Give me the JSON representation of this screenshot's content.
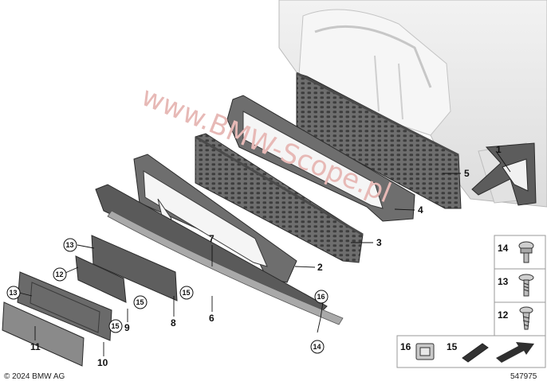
{
  "diagram": {
    "callouts": {
      "p1": "1",
      "p2": "2",
      "p3": "3",
      "p4": "4",
      "p5": "5",
      "p6": "6",
      "p7": "7",
      "p8": "8",
      "p9": "9",
      "p10": "10",
      "p11": "11",
      "c13a": "13",
      "c12a": "12",
      "c13b": "13",
      "c15a": "15",
      "c15b": "15",
      "c15c": "15",
      "c16": "16",
      "c14": "14"
    },
    "fasteners": {
      "f14": "14",
      "f13": "13",
      "f12": "12",
      "f16": "16",
      "f15": "15"
    },
    "copyright": "© 2024 BMW AG",
    "diagram_number": "547975",
    "watermark": "www.BMW-Scope.pl"
  },
  "colors": {
    "part_fill": "#6e6e6e",
    "part_dark": "#4a4a4a",
    "bumper_fill": "#e9e9e9",
    "watermark": "#e7b9b6"
  },
  "icons": [
    "clip-nut-icon",
    "screw-icon",
    "foam-strip-icon",
    "front-arrow-icon"
  ]
}
